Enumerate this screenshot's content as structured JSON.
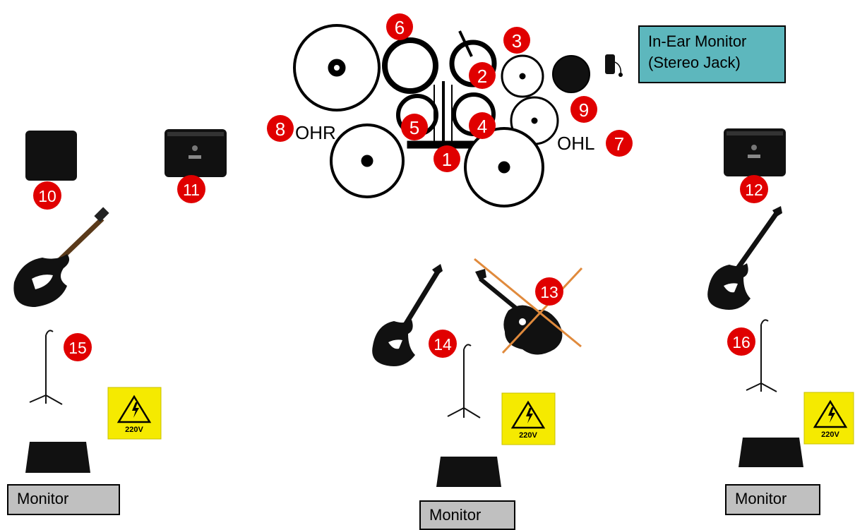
{
  "stage": {
    "in_ear_monitor": {
      "line1": "In-Ear Monitor",
      "line2": "(Stereo Jack)"
    },
    "overhead_right_label": "OHR",
    "overhead_left_label": "OHL",
    "monitor_labels": [
      "Monitor",
      "Monitor",
      "Monitor"
    ],
    "power_labels": [
      "220V",
      "220V",
      "220V"
    ],
    "channel_badges": [
      "1",
      "2",
      "3",
      "4",
      "5",
      "6",
      "7",
      "8",
      "9",
      "10",
      "11",
      "12",
      "13",
      "14",
      "15",
      "16"
    ],
    "colors": {
      "badge": "#e00000",
      "iem_box": "#5db7bd",
      "monitor_box": "#c0c0c0",
      "power_sign": "#f5ea00",
      "cross": "#e08a3c"
    }
  }
}
